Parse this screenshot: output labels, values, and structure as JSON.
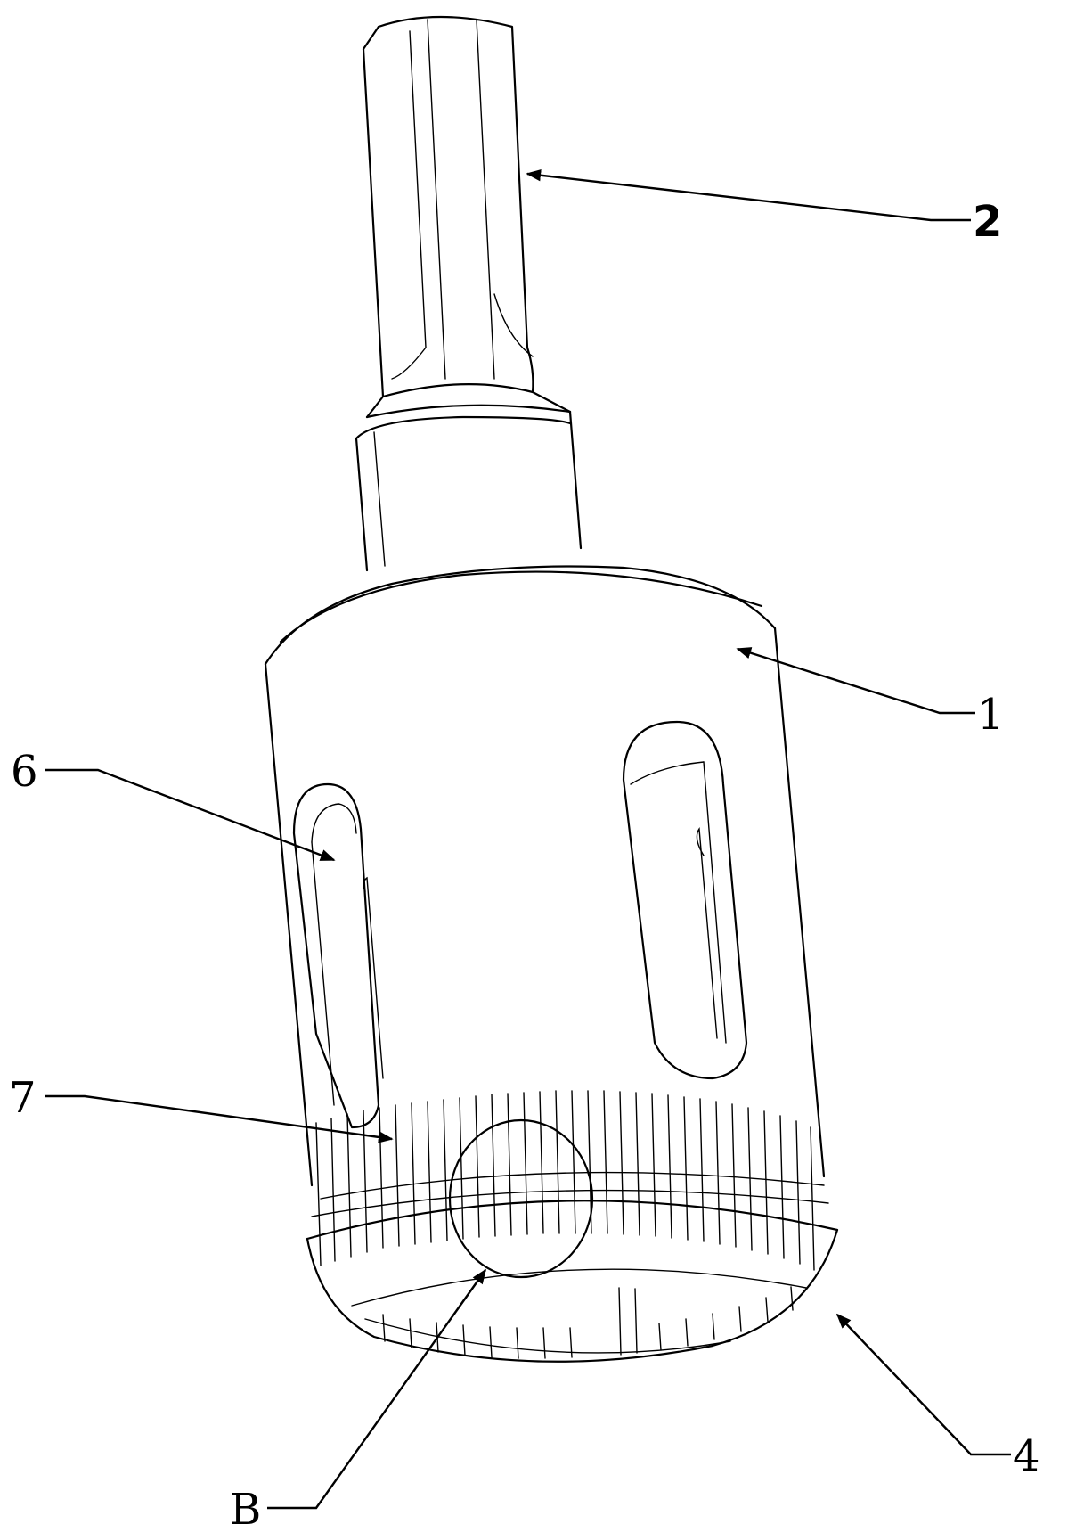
{
  "labels": {
    "shank": "2",
    "body": "1",
    "window": "6",
    "slots": "7",
    "rim": "4",
    "detail": "B"
  }
}
